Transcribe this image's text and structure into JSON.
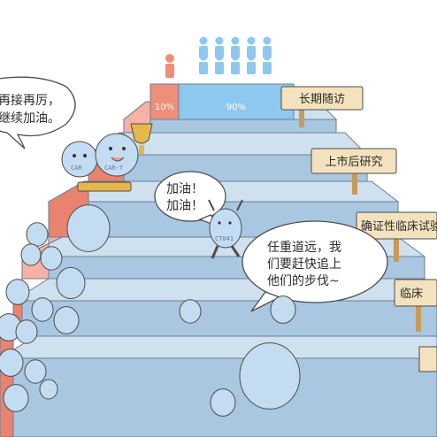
{
  "percentages": {
    "left": "10%",
    "right": "90%"
  },
  "signs": [
    "长期随访",
    "上市后研究",
    "确证性临床试验",
    "临床"
  ],
  "bubbles": {
    "left": [
      "再接再厉，",
      "继续加油。"
    ],
    "middle": [
      "加油！",
      "加油！"
    ],
    "right": [
      "任重道远，我",
      "们要赶快追上",
      "他们的步伐~"
    ]
  },
  "mascot_tags": {
    "trophy_left": "CAR",
    "trophy_right": "CAR-T",
    "runner": "CT041"
  },
  "colors": {
    "step_top": "#cfe0ee",
    "step_front": "#a9c7e0",
    "red_top": "#f5b2a5",
    "red_front": "#e8836f",
    "blue_bar": "#8fc8ee",
    "red_bar": "#ef8e7a",
    "sign": "#f3e2bd",
    "post": "#c89a57",
    "mascot": "#c3dcf1",
    "outline": "#4d4d4d"
  }
}
